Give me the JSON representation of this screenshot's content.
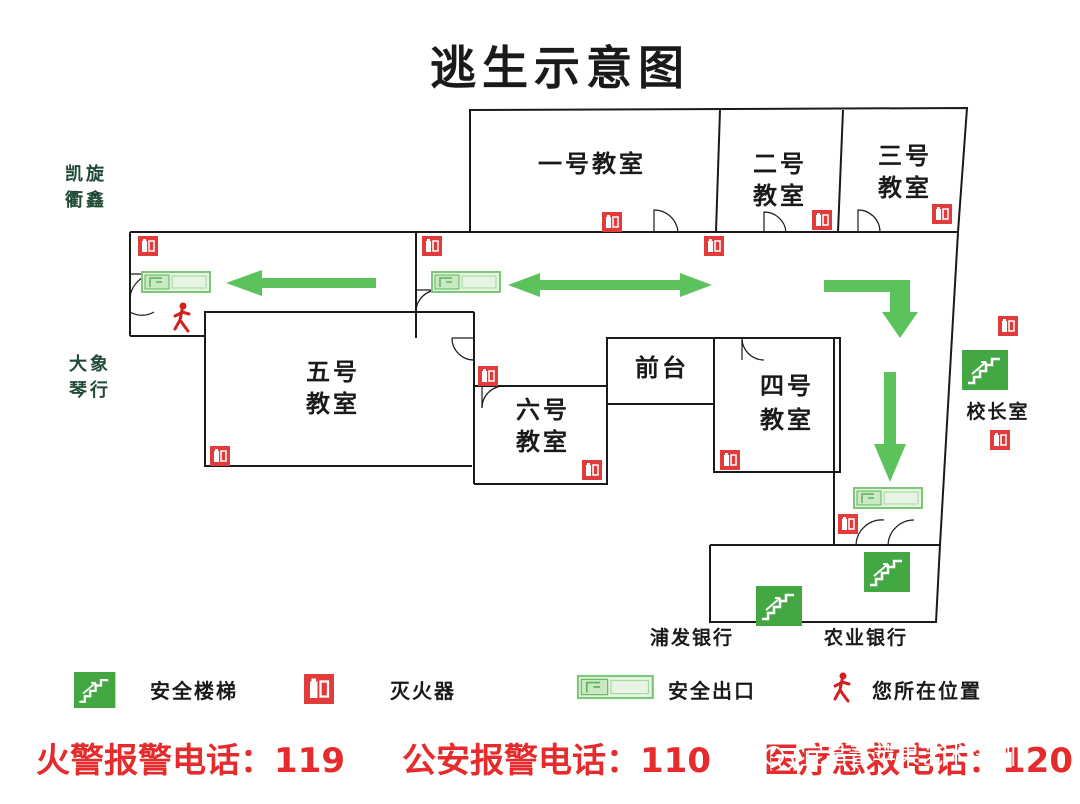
{
  "title": "逃生示意图",
  "rooms": {
    "room1": "一号教室",
    "room2": [
      "二号",
      "教室"
    ],
    "room3": [
      "三号",
      "教室"
    ],
    "room4": [
      "四号",
      "教室"
    ],
    "room5": [
      "五号",
      "教室"
    ],
    "room6": [
      "六号",
      "教室"
    ],
    "front_desk": "前台",
    "principal": "校长室"
  },
  "neighbors": {
    "kaixuan": [
      "凯旋",
      "衢鑫"
    ],
    "daxiang": [
      "大象",
      "琴行"
    ],
    "spdb": "浦发银行",
    "abc": "农业银行"
  },
  "legend": {
    "stairs": "安全楼梯",
    "extinguisher": "灭火器",
    "exit": "安全出口",
    "you_are_here": "您所在位置"
  },
  "phones": {
    "fire": "火警报警电话：119",
    "police": "公安报警电话：110",
    "medical": "医疗急救电话：120"
  },
  "watermark": "宜昌青苹果艺术培训",
  "colors": {
    "wall": "#1a1a1a",
    "arrow": "#5cc35c",
    "extinguisher": "#e23b3b",
    "stairs": "#43a843",
    "phone_text": "#e52b2b"
  }
}
